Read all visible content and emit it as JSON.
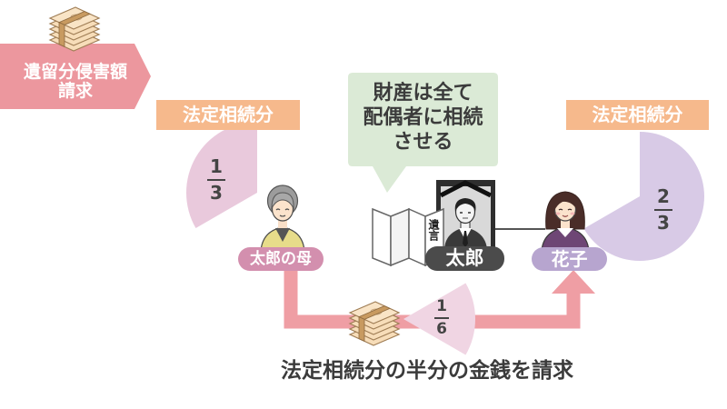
{
  "banner": {
    "line1": "遺留分侵害額",
    "line2": "請求"
  },
  "legal_share_label_left": "法定相続分",
  "legal_share_label_right": "法定相続分",
  "speech_bubble": {
    "lines": [
      "財産は全て",
      "配偶者に相続",
      "させる"
    ]
  },
  "people": {
    "mother": {
      "label": "太郎の母"
    },
    "deceased": {
      "label": "太郎"
    },
    "spouse": {
      "label": "花子"
    }
  },
  "will": {
    "label": "遺言"
  },
  "shares": {
    "mother": {
      "numerator": "1",
      "denominator": "3"
    },
    "spouse": {
      "numerator": "2",
      "denominator": "3"
    },
    "claim": {
      "numerator": "1",
      "denominator": "6"
    }
  },
  "footer": "法定相続分の半分の金銭を請求",
  "icons": {
    "money_stack": "money-stack-icon",
    "mother": "elderly-woman-icon",
    "deceased": "memorial-portrait-icon",
    "will": "folded-will-icon",
    "spouse": "woman-icon",
    "claim_arrow": "arrow-up-icon"
  },
  "colors": {
    "banner": "#ec979e",
    "legal_share_label": "#f6b98c",
    "mother_share": "#e9c9dc",
    "spouse_share": "#d8cae6",
    "claim_share": "#f0d5e3",
    "speech_bubble": "#dbead6",
    "mother_tag": "#d38fae",
    "deceased_tag": "#4b4b4b",
    "spouse_tag": "#b7a5cf",
    "claim_arrow": "#ef9ea4",
    "text_dark": "#3b3b3b"
  }
}
